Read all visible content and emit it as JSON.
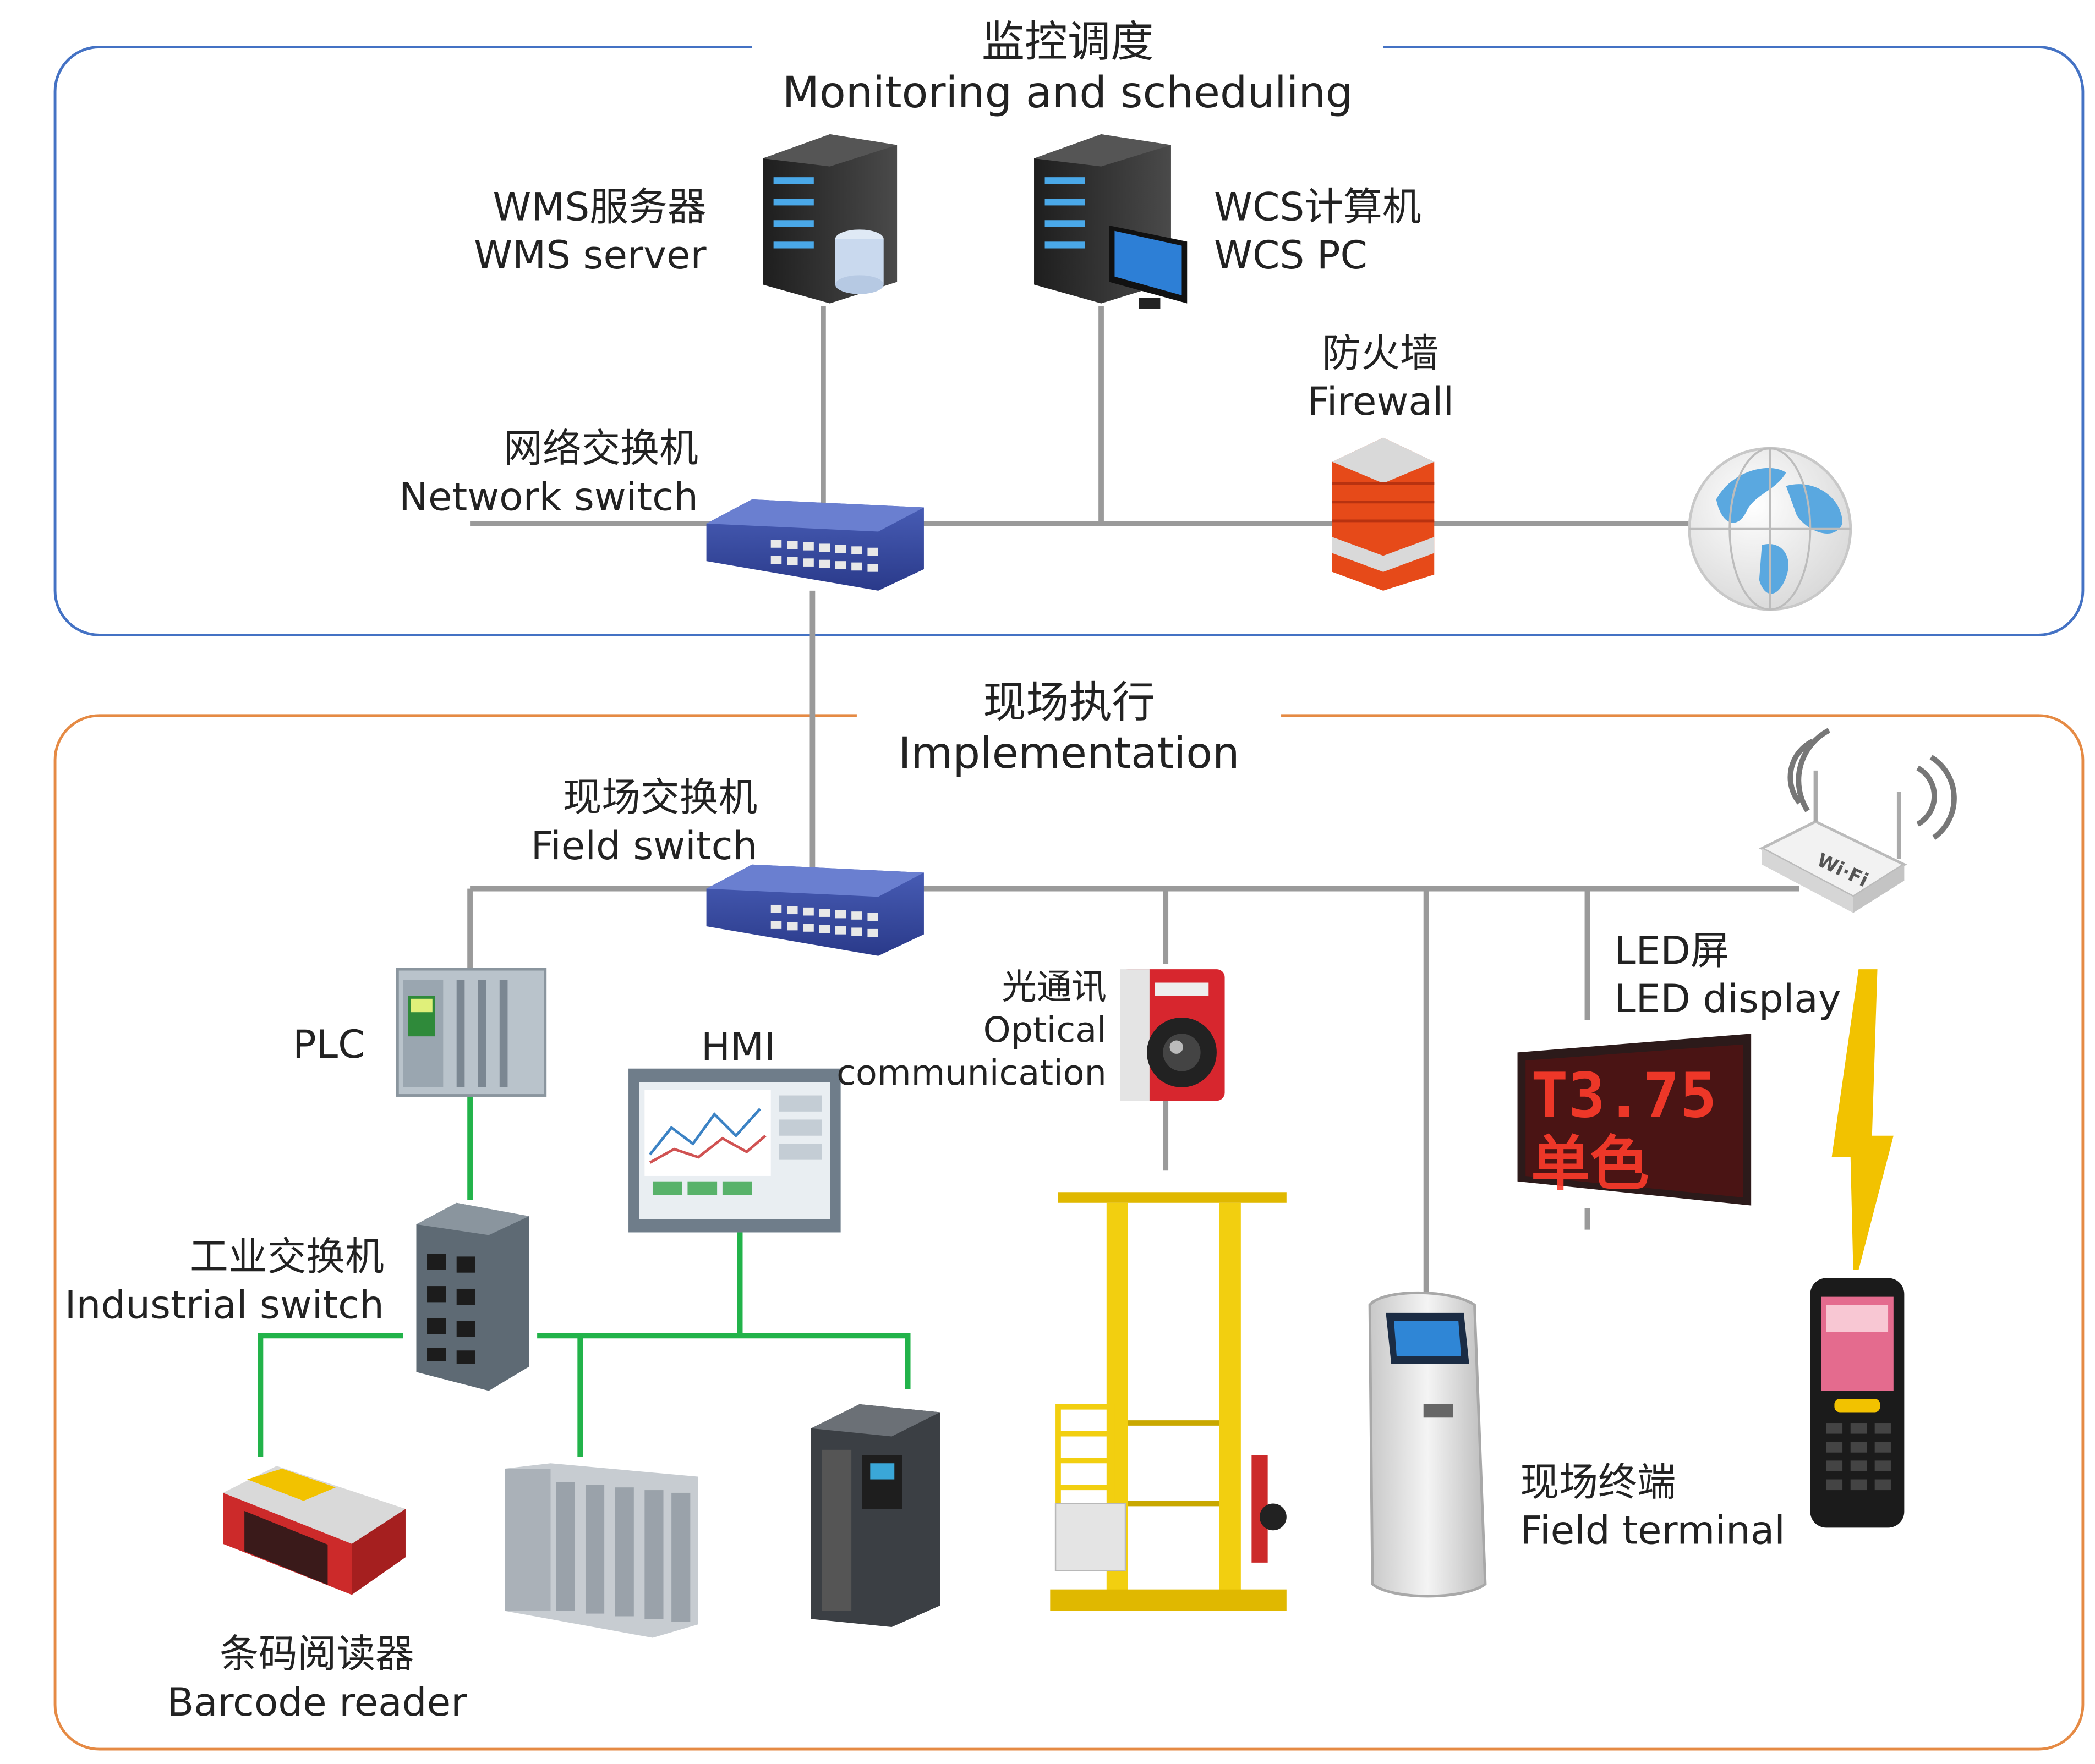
{
  "sections": {
    "top": {
      "zh": "监控调度",
      "en": "Monitoring and scheduling"
    },
    "bottom": {
      "zh": "现场执行",
      "en": "Implementation"
    }
  },
  "nodes": {
    "wms_server": {
      "zh": "WMS服务器",
      "en": "WMS server"
    },
    "wcs_pc": {
      "zh": "WCS计算机",
      "en": "WCS PC"
    },
    "firewall": {
      "zh": "防火墙",
      "en": "Firewall"
    },
    "network_switch": {
      "zh": "网络交换机",
      "en": "Network switch"
    },
    "field_switch": {
      "zh": "现场交换机",
      "en": "Field switch"
    },
    "plc": {
      "en": "PLC"
    },
    "hmi": {
      "en": "HMI"
    },
    "optical": {
      "zh": "光通讯",
      "en1": "Optical",
      "en2": "communication"
    },
    "led": {
      "zh": "LED屏",
      "en": "LED display"
    },
    "led_screen_text": {
      "line1": "T3.75",
      "line2": "单色"
    },
    "industrial_switch": {
      "zh": "工业交换机",
      "en": "Industrial switch"
    },
    "barcode_reader": {
      "zh": "条码阅读器",
      "en": "Barcode reader"
    },
    "field_terminal": {
      "zh": "现场终端",
      "en": "Field terminal"
    }
  },
  "colors": {
    "top_border": "#4472c4",
    "bottom_border": "#e58a44",
    "network_line": "#9a9a9a",
    "industrial_line": "#22b34a",
    "wireless_bolt": "#f2c200"
  }
}
